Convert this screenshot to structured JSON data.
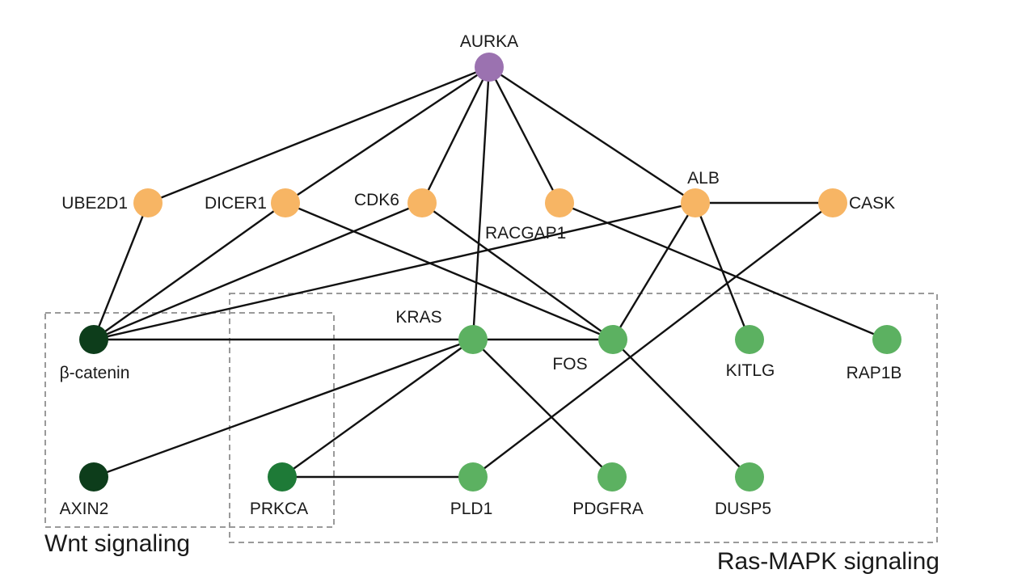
{
  "colors": {
    "hub": "#9b72b0",
    "intermediate": "#f7b564",
    "ras_mapk": "#5cb161",
    "prkca": "#1e7a37",
    "wnt": "#0d3d1b",
    "edge": "#111111",
    "group_box": "#9a9a9a"
  },
  "nodes": [
    {
      "id": "AURKA",
      "label": "AURKA",
      "category": "hub"
    },
    {
      "id": "UBE2D1",
      "label": "UBE2D1",
      "category": "intermediate"
    },
    {
      "id": "DICER1",
      "label": "DICER1",
      "category": "intermediate"
    },
    {
      "id": "CDK6",
      "label": "CDK6",
      "category": "intermediate"
    },
    {
      "id": "RACGAP1",
      "label": "RACGAP1",
      "category": "intermediate"
    },
    {
      "id": "ALB",
      "label": "ALB",
      "category": "intermediate"
    },
    {
      "id": "CASK",
      "label": "CASK",
      "category": "intermediate"
    },
    {
      "id": "BCAT",
      "label": "β-catenin",
      "category": "wnt"
    },
    {
      "id": "KRAS",
      "label": "KRAS",
      "category": "ras_mapk"
    },
    {
      "id": "FOS",
      "label": "FOS",
      "category": "ras_mapk"
    },
    {
      "id": "KITLG",
      "label": "KITLG",
      "category": "ras_mapk"
    },
    {
      "id": "RAP1B",
      "label": "RAP1B",
      "category": "ras_mapk"
    },
    {
      "id": "AXIN2",
      "label": "AXIN2",
      "category": "wnt"
    },
    {
      "id": "PRKCA",
      "label": "PRKCA",
      "category": "prkca"
    },
    {
      "id": "PLD1",
      "label": "PLD1",
      "category": "ras_mapk"
    },
    {
      "id": "PDGFRA",
      "label": "PDGFRA",
      "category": "ras_mapk"
    },
    {
      "id": "DUSP5",
      "label": "DUSP5",
      "category": "ras_mapk"
    }
  ],
  "edges": [
    [
      "AURKA",
      "UBE2D1"
    ],
    [
      "AURKA",
      "DICER1"
    ],
    [
      "AURKA",
      "CDK6"
    ],
    [
      "AURKA",
      "RACGAP1"
    ],
    [
      "AURKA",
      "ALB"
    ],
    [
      "AURKA",
      "KRAS"
    ],
    [
      "UBE2D1",
      "BCAT"
    ],
    [
      "DICER1",
      "BCAT"
    ],
    [
      "DICER1",
      "FOS"
    ],
    [
      "CDK6",
      "BCAT"
    ],
    [
      "CDK6",
      "FOS"
    ],
    [
      "RACGAP1",
      "RAP1B"
    ],
    [
      "ALB",
      "CASK"
    ],
    [
      "ALB",
      "BCAT"
    ],
    [
      "ALB",
      "FOS"
    ],
    [
      "ALB",
      "KITLG"
    ],
    [
      "CASK",
      "PLD1"
    ],
    [
      "BCAT",
      "KRAS"
    ],
    [
      "KRAS",
      "FOS"
    ],
    [
      "KRAS",
      "AXIN2"
    ],
    [
      "KRAS",
      "PRKCA"
    ],
    [
      "KRAS",
      "PDGFRA"
    ],
    [
      "FOS",
      "DUSP5"
    ],
    [
      "PRKCA",
      "PLD1"
    ]
  ],
  "groups": [
    {
      "id": "wnt",
      "label": "Wnt signaling"
    },
    {
      "id": "ras",
      "label": "Ras-MAPK signaling"
    }
  ]
}
